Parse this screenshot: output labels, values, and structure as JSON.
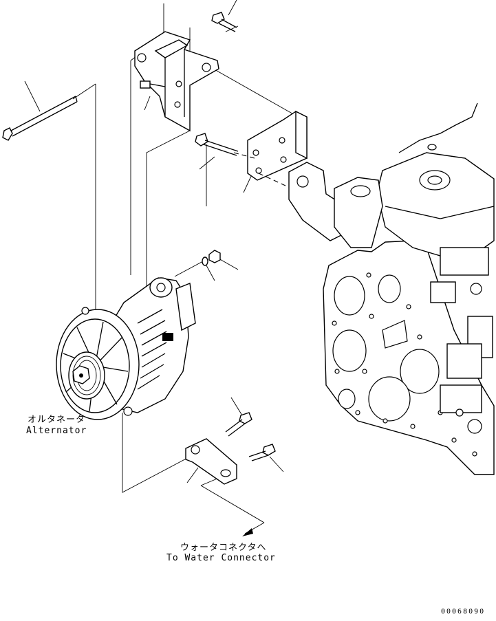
{
  "labels": {
    "alternator_jp": "オルタネータ",
    "alternator_en": "Alternator",
    "water_connector_jp": "ウォータコネクタへ",
    "water_connector_en": "To Water Connector"
  },
  "figure_number": "00068090"
}
